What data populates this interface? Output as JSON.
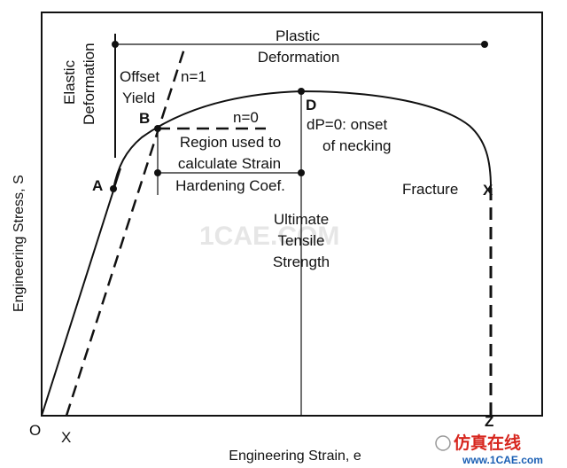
{
  "diagram": {
    "x_axis_label": "Engineering Strain, e",
    "y_axis_label": "Engineering Stress, S",
    "origin_label": "O",
    "x_offset_label": "X",
    "z_label": "Z",
    "elastic_label": [
      "Elastic",
      "Deformation"
    ],
    "plastic_label": [
      "Plastic",
      "Deformation"
    ],
    "offset_yield_label": [
      "Offset",
      "Yield"
    ],
    "n1_label": "n=1",
    "n0_label": "n=0",
    "region_label": [
      "Region used to",
      "calculate Strain",
      "Hardening Coef."
    ],
    "point_a": "A",
    "point_b": "B",
    "point_d": "D",
    "point_x": "X",
    "necking_label": [
      "dP=0: onset",
      "of necking"
    ],
    "fracture_label": "Fracture",
    "uts_label": [
      "Ultimate",
      "Tensile",
      "Strength"
    ]
  },
  "watermark": {
    "center": "1CAE.COM",
    "brand": "仿真在线",
    "url": "www.1CAE.com"
  },
  "colors": {
    "line": "#111111",
    "brand_red": "#d7261e",
    "brand_blue": "#1a5fb4"
  }
}
